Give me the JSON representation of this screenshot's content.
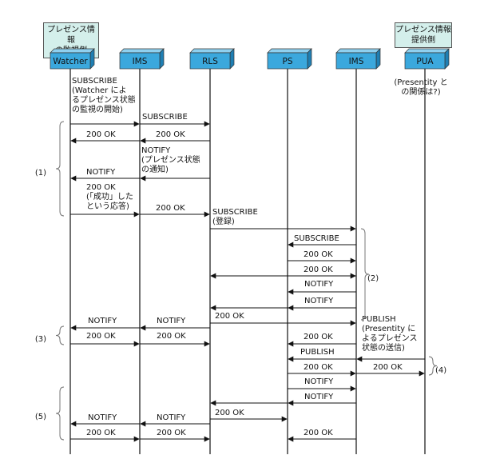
{
  "roles": {
    "watcher_side": [
      "プレゼンス情報",
      "の監視側"
    ],
    "provider_side": [
      "プレゼンス情報",
      "提供側"
    ]
  },
  "actors": [
    "Watcher",
    "IMS",
    "RLS",
    "PS",
    "IMS",
    "PUA"
  ],
  "colors": {
    "actor_fill": "#3ba8dd",
    "actor_top": "#8fd0ef",
    "actor_side": "#1f7fb3",
    "role_fill": "#d4efeb",
    "line": "#111111"
  },
  "pua_note": [
    "(Presentity と",
    "の関係は?)"
  ],
  "messages": [
    {
      "from": 0,
      "to": 1,
      "lines": [
        "SUBSCRIBE",
        "(Watcher によ",
        "るプレゼンス状態",
        "の監視の開始)"
      ]
    },
    {
      "from": 1,
      "to": 2,
      "lines": [
        "SUBSCRIBE"
      ]
    },
    {
      "from": 1,
      "to": 0,
      "lines": [
        "200 OK"
      ]
    },
    {
      "from": 2,
      "to": 1,
      "lines": [
        "200 OK"
      ]
    },
    {
      "from": 2,
      "to": 1,
      "lines": [
        "NOTIFY",
        "(プレゼンス状態",
        "の通知)"
      ]
    },
    {
      "from": 1,
      "to": 0,
      "lines": [
        "NOTIFY"
      ]
    },
    {
      "from": 0,
      "to": 1,
      "lines": [
        "200 OK",
        "(「成功」した",
        "という応答)"
      ]
    },
    {
      "from": 1,
      "to": 2,
      "lines": [
        "200 OK"
      ]
    },
    {
      "from": 2,
      "to": 4,
      "lines": [
        "SUBSCRIBE",
        "(登録)"
      ]
    },
    {
      "from": 4,
      "to": 3,
      "lines": [
        "SUBSCRIBE"
      ]
    },
    {
      "from": 3,
      "to": 4,
      "lines": [
        "200 OK"
      ]
    },
    {
      "from": 3,
      "to": 4,
      "lines": [
        "200 OK"
      ]
    },
    {
      "from": 4,
      "to": 2,
      "lines": []
    },
    {
      "from": 4,
      "to": 3,
      "lines": [
        "NOTIFY"
      ]
    },
    {
      "from": 4,
      "to": 3,
      "lines": [
        "NOTIFY"
      ]
    },
    {
      "from": 4,
      "to": 2,
      "lines": []
    },
    {
      "from": 2,
      "to": 4,
      "lines": [
        "200 OK"
      ]
    },
    {
      "from": 2,
      "to": 1,
      "lines": [
        "NOTIFY"
      ]
    },
    {
      "from": 1,
      "to": 0,
      "lines": [
        "NOTIFY"
      ]
    },
    {
      "from": 5,
      "to": 4,
      "lines": [
        "PUBLISH",
        "(Presentity に",
        "よるプレゼンス",
        "状態の送信)"
      ]
    },
    {
      "from": 0,
      "to": 1,
      "lines": [
        "200 OK"
      ]
    },
    {
      "from": 1,
      "to": 2,
      "lines": [
        "200 OK"
      ]
    },
    {
      "from": 4,
      "to": 3,
      "lines": [
        "200 OK"
      ]
    },
    {
      "from": 4,
      "to": 3,
      "lines": [
        "PUBLISH"
      ]
    },
    {
      "from": 3,
      "to": 4,
      "lines": [
        "200 OK"
      ]
    },
    {
      "from": 4,
      "to": 5,
      "lines": [
        "200 OK"
      ]
    },
    {
      "from": 3,
      "to": 4,
      "lines": [
        "NOTIFY"
      ]
    },
    {
      "from": 4,
      "to": 3,
      "lines": [
        "NOTIFY"
      ]
    },
    {
      "from": 3,
      "to": 2,
      "lines": []
    },
    {
      "from": 2,
      "to": 3,
      "lines": [
        "200 OK"
      ]
    },
    {
      "from": 2,
      "to": 1,
      "lines": [
        "NOTIFY"
      ]
    },
    {
      "from": 1,
      "to": 0,
      "lines": [
        "NOTIFY"
      ]
    },
    {
      "from": 0,
      "to": 1,
      "lines": [
        "200 OK"
      ]
    },
    {
      "from": 1,
      "to": 2,
      "lines": [
        "200 OK"
      ]
    },
    {
      "from": 4,
      "to": 3,
      "lines": [
        "200 OK"
      ]
    }
  ],
  "brackets": [
    "(1)",
    "(2)",
    "(3)",
    "(4)",
    "(5)"
  ]
}
